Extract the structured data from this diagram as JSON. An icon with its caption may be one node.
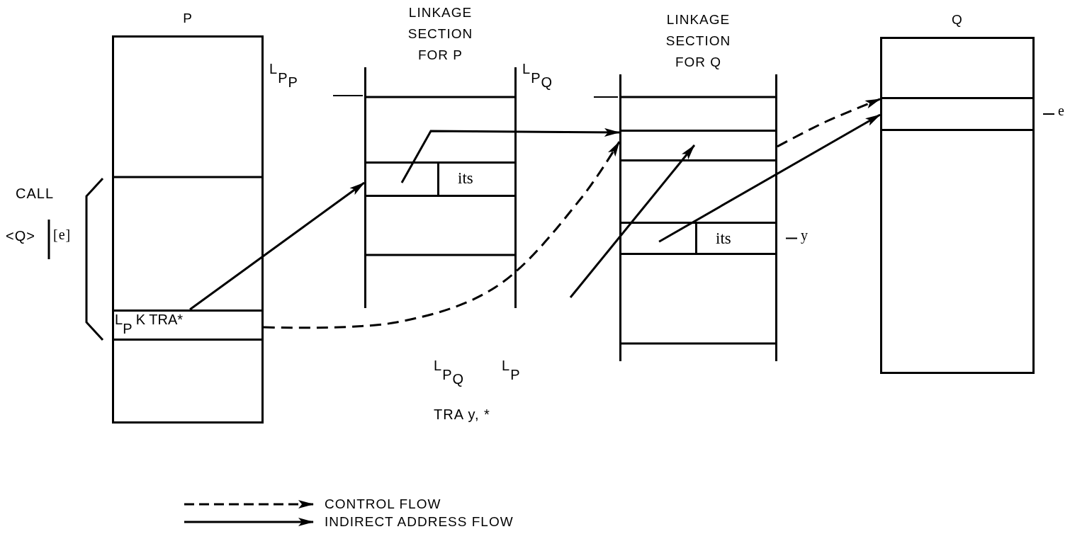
{
  "diagram": {
    "nodes": [
      {
        "text": [
          "P"
        ]
      },
      {
        "text": [
          "L$_{P}$ K TRA*"
        ],
        "in": 0
      },
      {
        "text": [
          "LINKAGE SECTION FOR P"
        ]
      },
      {
        "text": [],
        "shape": "box",
        "in": 2
      },
      {
        "text": [
          "its"
        ],
        "in": 2
      },
      {
        "text": [
          "LINKAGE SECTION FOR Q"
        ]
      },
      {
        "text": [],
        "shape": "box",
        "in": 5
      },
      {
        "text": [],
        "shape": "box",
        "in": 5
      },
      {
        "text": [
          "its"
        ],
        "in": 5,
        "beside": [
          "y"
        ]
      },
      {
        "text": [
          "Q"
        ]
      },
      {
        "text": [],
        "shape": "box",
        "in": 9,
        "beside": [
          "e"
        ]
      }
    ],
    "edges": [
      {
        "from": 1,
        "to": 3,
        "arrow": "to"
      },
      {
        "from": 3,
        "to": 6,
        "arrow": "to"
      },
      {
        "from": 1,
        "to": 6,
        "arrow": "to",
        "style": "dashed"
      },
      {
        "from": null,
        "to": 6,
        "arrow": "to"
      },
      {
        "from": 7,
        "to": 10,
        "arrow": "to"
      },
      {
        "from": 6,
        "to": 10,
        "arrow": "to",
        "style": "dashed"
      }
    ],
    "labels": [
      "L$_{P}$$_{P}$",
      "L$_{P}$$_{Q}$",
      "CALL",
      "<Q>",
      "[e]",
      "L$_{P}$$_{Q}$",
      "L$_{P}$",
      "TRA y, *"
    ],
    "legend": [
      {
        "text": "CONTROL FLOW"
      },
      {
        "text": "INDIRECT ADDRESS FLOW"
      }
    ]
  }
}
